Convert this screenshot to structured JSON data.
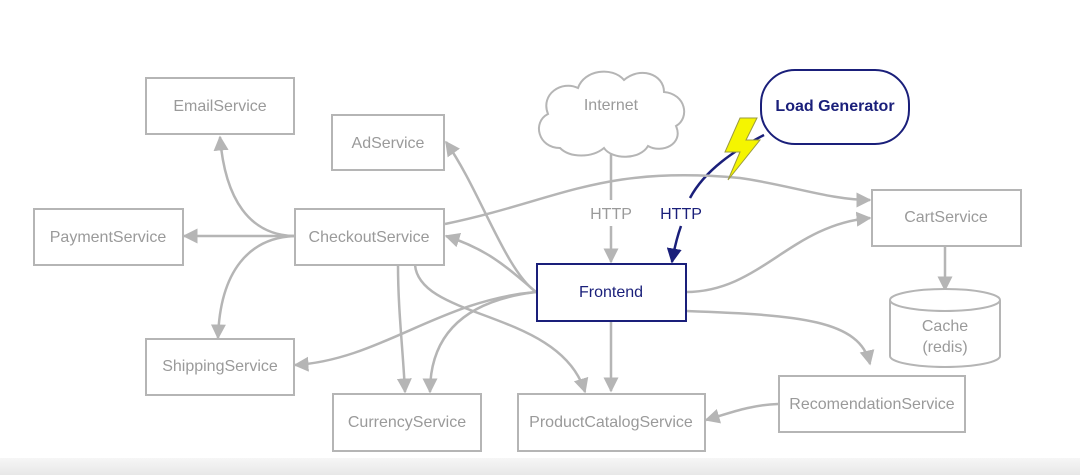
{
  "diagram": {
    "nodes": {
      "email": "EmailService",
      "ad": "AdService",
      "internet": "Internet",
      "loadgen": "Load Generator",
      "payment": "PaymentService",
      "checkout": "CheckoutService",
      "cart": "CartService",
      "frontend": "Frontend",
      "cache_line1": "Cache",
      "cache_line2": "(redis)",
      "shipping": "ShippingService",
      "currency": "CurrencyService",
      "catalog": "ProductCatalogService",
      "recommendation": "RecomendationService"
    },
    "edge_labels": {
      "internet_http": "HTTP",
      "loadgen_http": "HTTP"
    },
    "colors": {
      "grey": "#b5b5b5",
      "text_grey": "#9a9a9a",
      "navy": "#1a1f7a",
      "bolt": "#f5f500"
    },
    "icons": [
      "cloud-icon",
      "lightning-bolt-icon"
    ]
  }
}
